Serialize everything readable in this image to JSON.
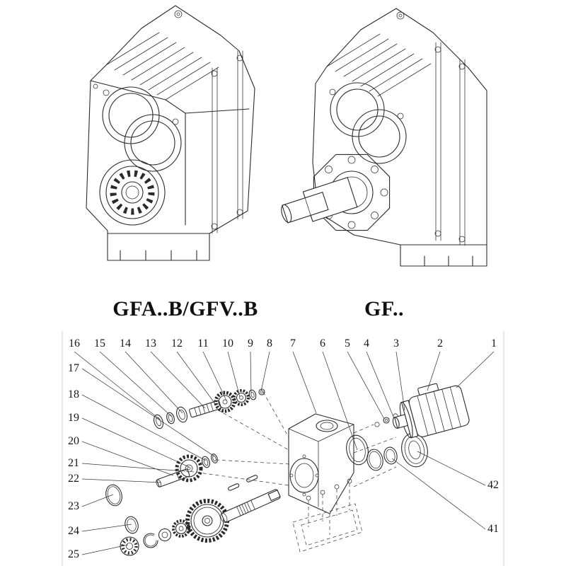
{
  "page": {
    "background": "#ffffff",
    "line_color": "#2b2b2b"
  },
  "drawings": {
    "left_model_label": "GFA..B/GFV..B",
    "right_model_label": "GF.."
  },
  "exploded_view": {
    "callouts_top": [
      "16",
      "15",
      "14",
      "13",
      "12",
      "11",
      "10",
      "9",
      "8",
      "7",
      "6",
      "5",
      "4",
      "3",
      "2",
      "1"
    ],
    "callouts_left": [
      "17",
      "18",
      "19",
      "20",
      "21",
      "22",
      "23",
      "24",
      "25"
    ],
    "callouts_right": [
      "42",
      "41"
    ]
  }
}
